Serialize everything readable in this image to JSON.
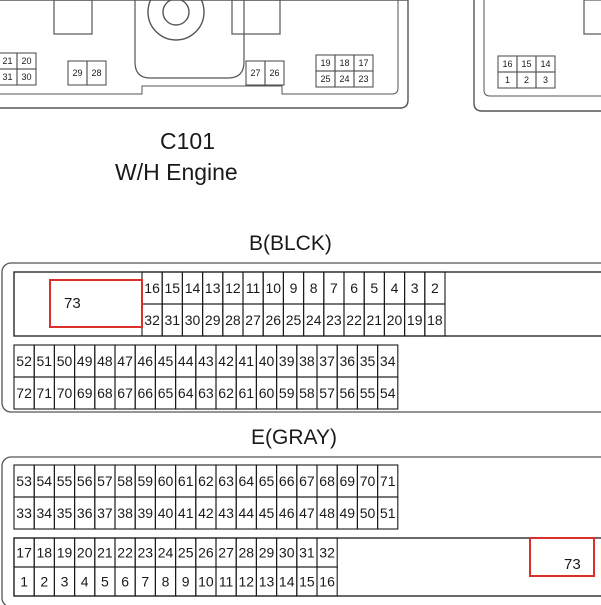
{
  "c101": {
    "id": "C101",
    "name": "W/H Engine",
    "cells_left": [
      [
        "21",
        "20"
      ],
      [
        "31",
        "30"
      ]
    ],
    "cells_a": [
      [
        "29",
        "28"
      ]
    ],
    "cells_b": [
      [
        "27",
        "26"
      ]
    ],
    "cells_right": [
      [
        "19",
        "18",
        "17"
      ],
      [
        "25",
        "24",
        "23"
      ]
    ]
  },
  "partial_connector": {
    "cells": [
      [
        "16",
        "15",
        "14"
      ],
      [
        "1",
        "2",
        "3"
      ]
    ]
  },
  "connector_b": {
    "title": "B(BLCK)",
    "highlight_label": "73",
    "top_rows": [
      [
        "16",
        "15",
        "14",
        "13",
        "12",
        "11",
        "10",
        "9",
        "8",
        "7",
        "6",
        "5",
        "4",
        "3",
        "2"
      ],
      [
        "32",
        "31",
        "30",
        "29",
        "28",
        "27",
        "26",
        "25",
        "24",
        "23",
        "22",
        "21",
        "20",
        "19",
        "18"
      ]
    ],
    "bottom_rows": [
      [
        "52",
        "51",
        "50",
        "49",
        "48",
        "47",
        "46",
        "45",
        "44",
        "43",
        "42",
        "41",
        "40",
        "39",
        "38",
        "37",
        "36",
        "35",
        "34"
      ],
      [
        "72",
        "71",
        "70",
        "69",
        "68",
        "67",
        "66",
        "65",
        "64",
        "63",
        "62",
        "61",
        "60",
        "59",
        "58",
        "57",
        "56",
        "55",
        "54"
      ]
    ]
  },
  "connector_e": {
    "title": "E(GRAY)",
    "highlight_label": "73",
    "top_rows": [
      [
        "53",
        "54",
        "55",
        "56",
        "57",
        "58",
        "59",
        "60",
        "61",
        "62",
        "63",
        "64",
        "65",
        "66",
        "67",
        "68",
        "69",
        "70",
        "71"
      ],
      [
        "33",
        "34",
        "35",
        "36",
        "37",
        "38",
        "39",
        "40",
        "41",
        "42",
        "43",
        "44",
        "45",
        "46",
        "47",
        "48",
        "49",
        "50",
        "51"
      ]
    ],
    "bottom_rows": [
      [
        "17",
        "18",
        "19",
        "20",
        "21",
        "22",
        "23",
        "24",
        "25",
        "26",
        "27",
        "28",
        "29",
        "30",
        "31",
        "32"
      ],
      [
        "1",
        "2",
        "3",
        "4",
        "5",
        "6",
        "7",
        "8",
        "9",
        "10",
        "11",
        "12",
        "13",
        "14",
        "15",
        "16"
      ]
    ]
  },
  "colors": {
    "line": "#1a1a1a",
    "outline": "#555555",
    "highlight": "#d9302c"
  }
}
